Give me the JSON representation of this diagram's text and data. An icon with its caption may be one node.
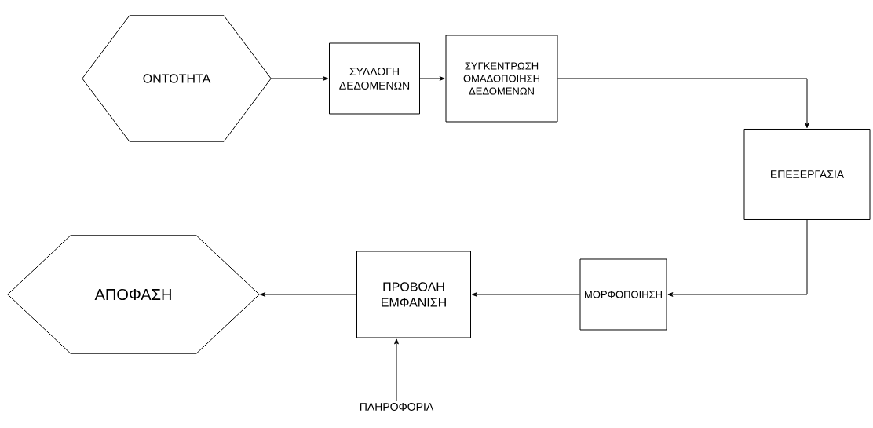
{
  "diagram": {
    "nodes": [
      {
        "text": [
          "ΟΝΤΟΤΗΤΑ"
        ]
      },
      {
        "text": [
          "ΣΥΛΛΟΓΗ ΔΕΔΟΜΕΝΩΝ"
        ]
      },
      {
        "text": [
          "ΣΥΓΚΕΝΤΡΩΣΗ ΟΜΑΔΟΠΟΙΗΣΗ ΔΕΔΟΜΕΝΩΝ"
        ]
      },
      {
        "text": [
          "ΕΠΕΞΕΡΓΑΣΙΑ"
        ]
      },
      {
        "text": [
          "ΜΟΡΦΟΠΟΙΗΣΗ"
        ]
      },
      {
        "text": [
          "ΠΡΟΒΟΛΗ ΕΜΦΑΝΙΣΗ"
        ]
      },
      {
        "text": [
          "ΑΠΟΦΑΣΗ"
        ]
      },
      {
        "text": [
          "ΠΛΗΡΟΦΟΡΙΑ"
        ]
      }
    ],
    "edges": [
      {
        "from": 0,
        "to": 1,
        "arrow": "to"
      },
      {
        "from": 1,
        "to": 2,
        "arrow": "to"
      },
      {
        "from": 2,
        "to": 3,
        "arrow": "to"
      },
      {
        "from": 3,
        "to": 4,
        "arrow": "to"
      },
      {
        "from": 4,
        "to": 5,
        "arrow": "to"
      },
      {
        "from": 5,
        "to": 6,
        "arrow": "to"
      },
      {
        "from": 7,
        "to": 5,
        "arrow": "to"
      }
    ]
  }
}
